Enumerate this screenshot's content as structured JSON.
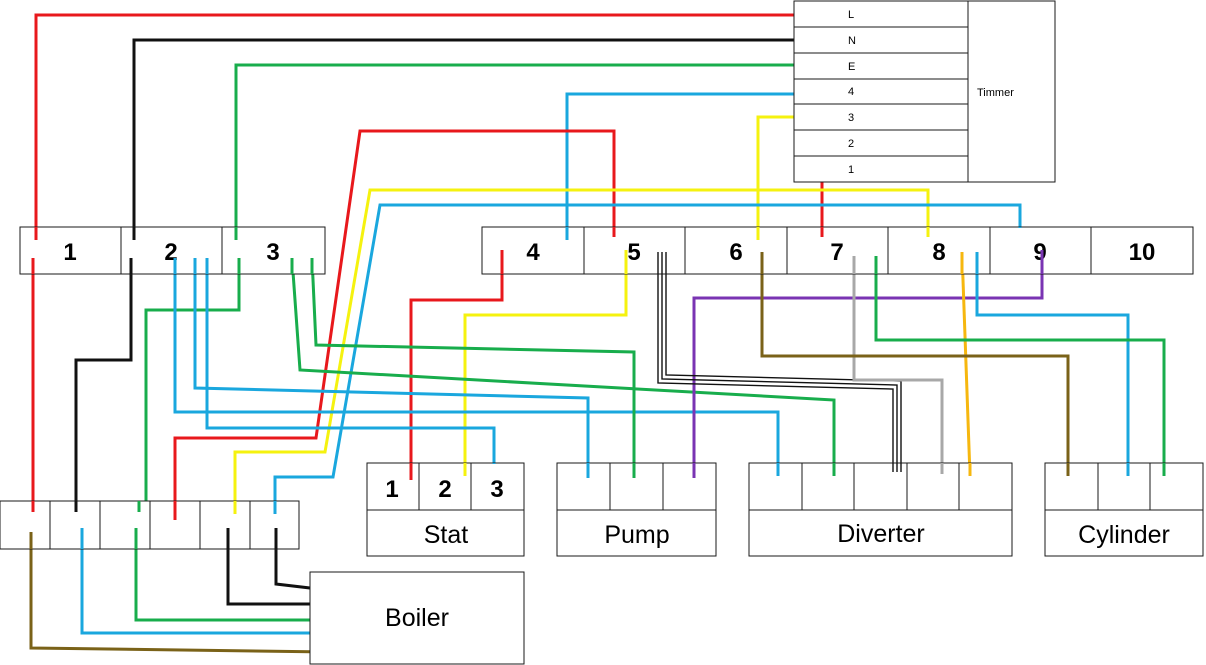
{
  "colors": {
    "red": "#e8181c",
    "black": "#111111",
    "green": "#18ad4c",
    "blue": "#1aa7de",
    "yellow": "#f5f20f",
    "brown": "#7a6218",
    "grey": "#a8a8a8",
    "orange": "#f6b70f",
    "purple": "#7a34b3"
  },
  "timer": {
    "label": "Timmer",
    "pins": [
      "L",
      "N",
      "E",
      "4",
      "3",
      "2",
      "1"
    ]
  },
  "strip_left": {
    "terminals": [
      "1",
      "2",
      "3"
    ]
  },
  "strip_right": {
    "terminals": [
      "4",
      "5",
      "6",
      "7",
      "8",
      "9",
      "10"
    ]
  },
  "stat": {
    "label": "Stat",
    "pins": [
      "1",
      "2",
      "3"
    ]
  },
  "pump": {
    "label": "Pump"
  },
  "diverter": {
    "label": "Diverter"
  },
  "cylinder": {
    "label": "Cylinder"
  },
  "boiler": {
    "label": "Boiler"
  }
}
